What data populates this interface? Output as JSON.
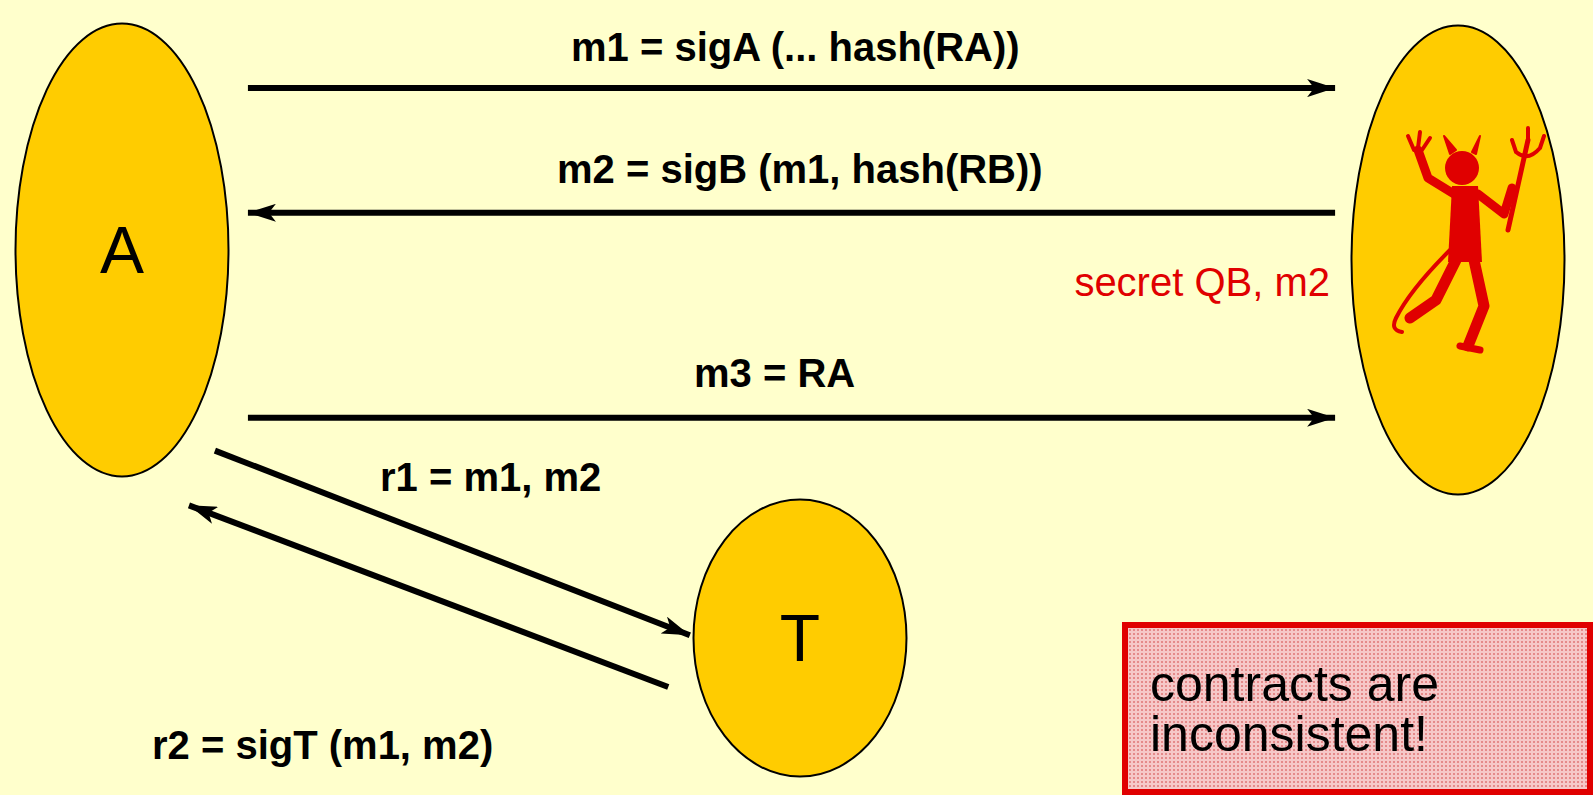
{
  "diagram": {
    "nodes": [
      {
        "text": [
          "A"
        ]
      },
      {
        "text": [
          "secret QB, m2"
        ]
      },
      {
        "text": [
          "T"
        ]
      },
      {
        "text": [
          "contracts are inconsistent!"
        ]
      }
    ],
    "edges": [
      {
        "from": 0,
        "to": 1,
        "arrow": "to",
        "label": "m1 = sigA (... hash(RA))"
      },
      {
        "from": 1,
        "to": 0,
        "arrow": "to",
        "label": "m2 = sigB (m1, hash(RB))"
      },
      {
        "from": 0,
        "to": 1,
        "arrow": "to",
        "label": "m3 = RA"
      },
      {
        "from": 0,
        "to": 2,
        "arrow": "to",
        "label": "r1 = m1, m2"
      },
      {
        "from": 2,
        "to": 0,
        "arrow": "to",
        "label": "r2 = sigT (m1, m2)"
      }
    ]
  }
}
